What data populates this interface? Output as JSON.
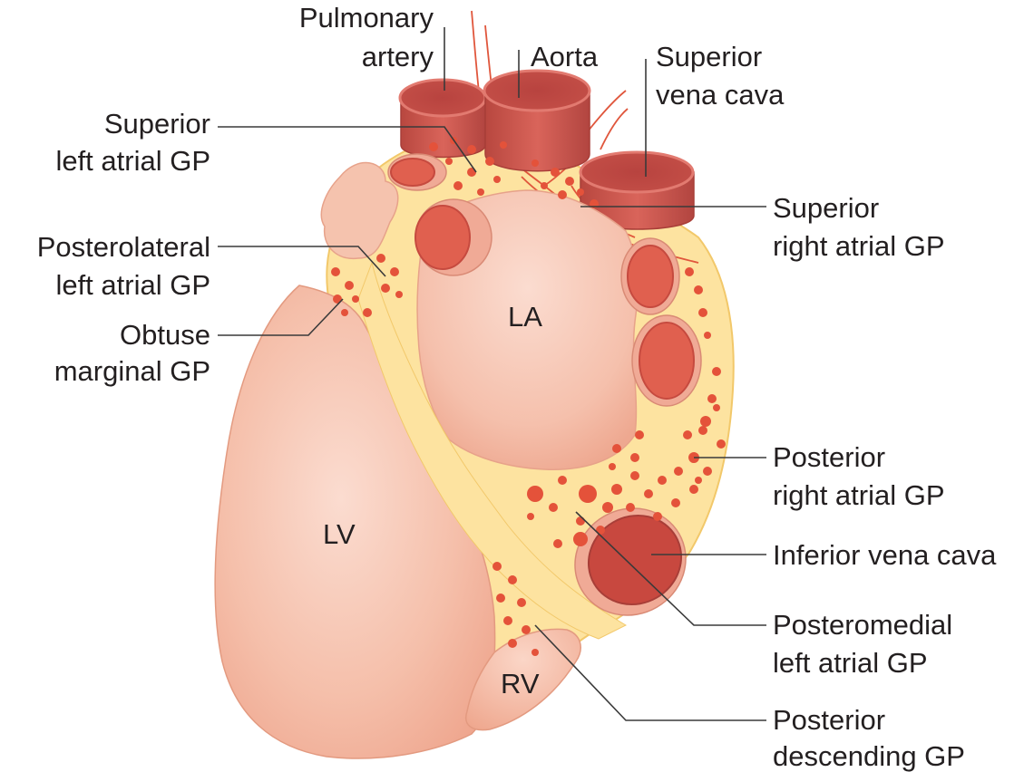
{
  "diagram": {
    "chamber_labels": {
      "la": "LA",
      "lv": "LV",
      "rv": "RV"
    },
    "labels": {
      "pulmonary_artery": [
        "Pulmonary",
        "artery"
      ],
      "aorta": [
        "Aorta"
      ],
      "superior_vena_cava": [
        "Superior",
        "vena cava"
      ],
      "superior_left_atrial_gp": [
        "Superior",
        "left atrial GP"
      ],
      "superior_right_atrial_gp": [
        "Superior",
        "right atrial GP"
      ],
      "posterolateral_left_atrial_gp": [
        "Posterolateral",
        "left atrial GP"
      ],
      "obtuse_marginal_gp": [
        "Obtuse",
        "marginal GP"
      ],
      "posterior_right_atrial_gp": [
        "Posterior",
        "right atrial GP"
      ],
      "inferior_vena_cava": [
        "Inferior vena cava"
      ],
      "posteromedial_left_atrial_gp": [
        "Posteromedial",
        "left atrial GP"
      ],
      "posterior_descending_gp": [
        "Posterior",
        "descending GP"
      ]
    },
    "colors": {
      "fat": "#fde3a0",
      "fat_edge": "#f2c86a",
      "muscle": "#f4b8a2",
      "muscle_light": "#fbd6c7",
      "vessel": "#d95a52",
      "vessel_dark": "#b5443f",
      "ganglion": "#e4523a",
      "nerve": "#e0563c",
      "leader": "#3a3a3a"
    }
  }
}
